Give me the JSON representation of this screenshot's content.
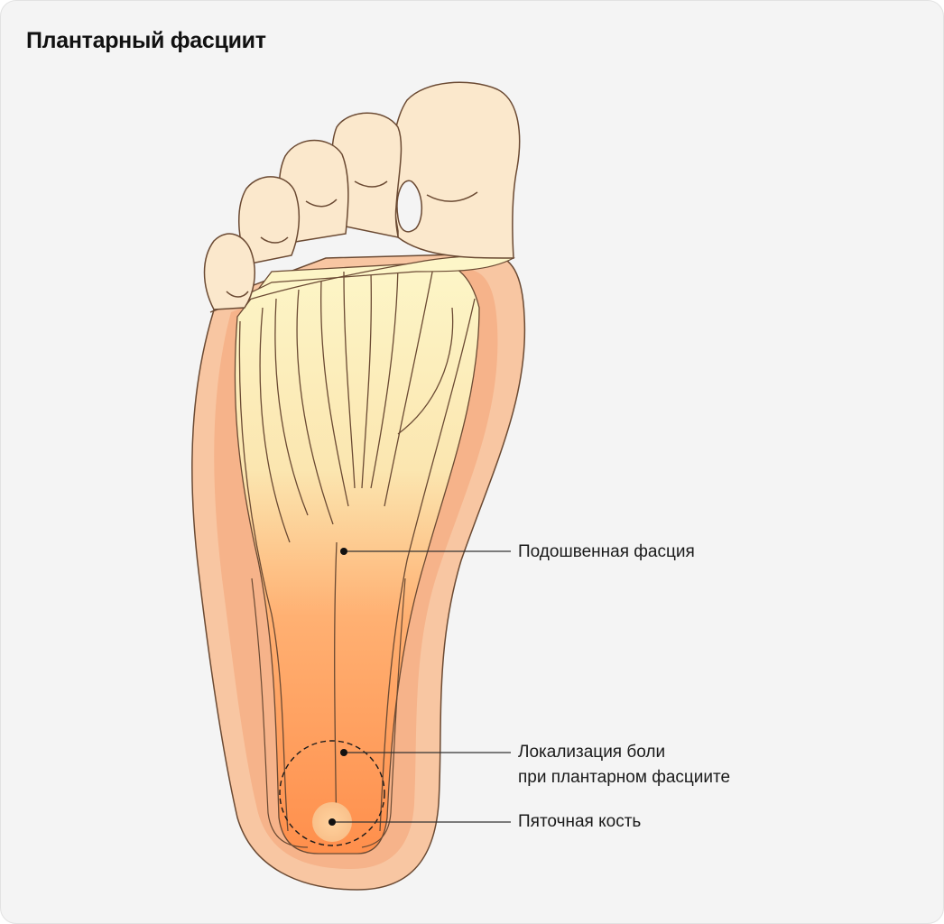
{
  "title": "Плантарный фасциит",
  "labels": {
    "fascia": "Подошвенная фасция",
    "pain_line1": "Локализация боли",
    "pain_line2": "при плантарном фасциите",
    "heel": "Пяточная кость"
  },
  "colors": {
    "background": "#f4f4f4",
    "skin_outer": "#f8c6a2",
    "skin_inner": "#f6b38a",
    "fascia_light": "#fdf6c8",
    "fascia_core": "#ff9a5a",
    "toes": "#fbe8cc",
    "outline": "#6b4a33"
  }
}
